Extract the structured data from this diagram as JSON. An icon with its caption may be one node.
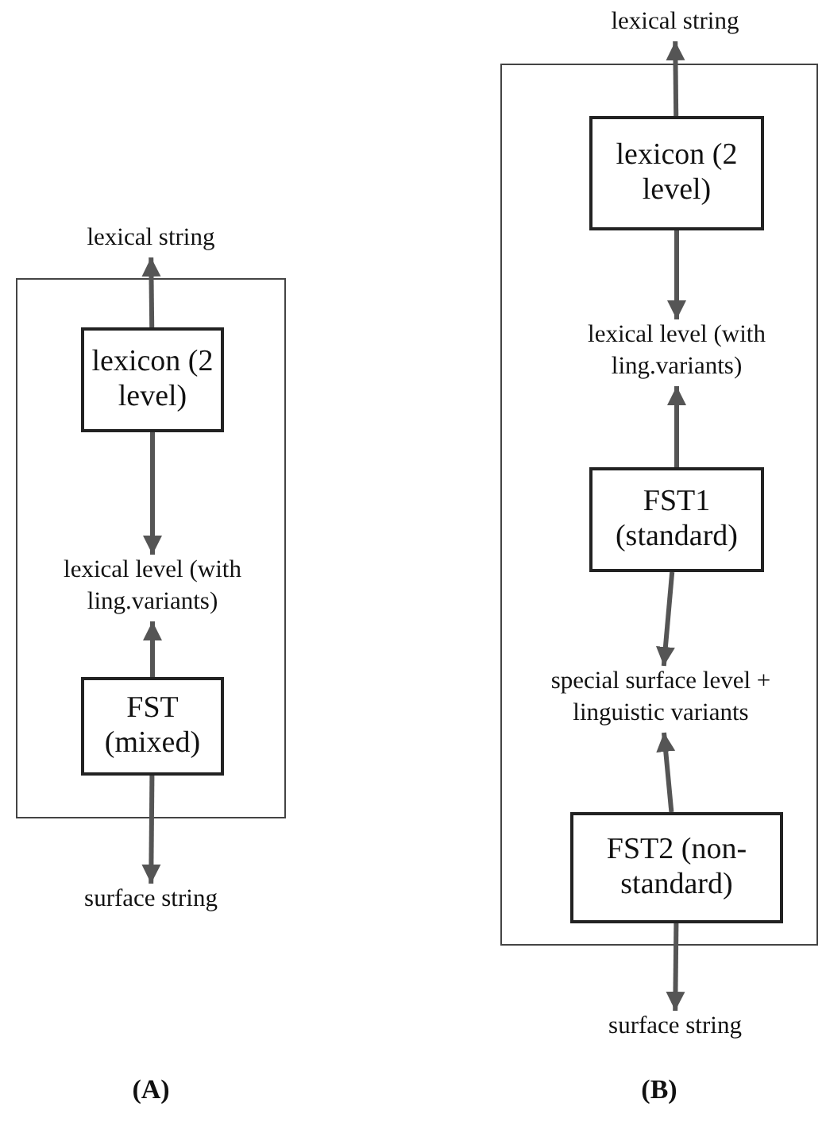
{
  "diagram": {
    "nodes": [
      {
        "text": [],
        "shape": "box"
      },
      {
        "text": [
          "lexical string"
        ]
      },
      {
        "text": [
          "lexicon (2 level)"
        ],
        "in": 0
      },
      {
        "text": [
          "lexical level (with ling.variants)"
        ],
        "in": 0
      },
      {
        "text": [
          "FST (mixed)"
        ],
        "in": 0
      },
      {
        "text": [
          "surface string"
        ]
      },
      {
        "text": [],
        "shape": "box"
      },
      {
        "text": [
          "lexical string"
        ]
      },
      {
        "text": [
          "lexicon (2 level)"
        ],
        "in": 6
      },
      {
        "text": [
          "lexical level (with ling.variants)"
        ],
        "in": 6
      },
      {
        "text": [
          "FST1 (standard)"
        ],
        "in": 6
      },
      {
        "text": [
          "special surface level + linguistic variants"
        ],
        "in": 6
      },
      {
        "text": [
          "FST2 (non-standard)"
        ],
        "in": 6
      },
      {
        "text": [
          "surface string"
        ]
      }
    ],
    "edges": [
      {
        "from": 2,
        "to": 1,
        "arrow": "to"
      },
      {
        "from": 2,
        "to": 3,
        "arrow": "to"
      },
      {
        "from": 4,
        "to": 3,
        "arrow": "to"
      },
      {
        "from": 4,
        "to": 5,
        "arrow": "to"
      },
      {
        "from": 8,
        "to": 7,
        "arrow": "to"
      },
      {
        "from": 8,
        "to": 9,
        "arrow": "to"
      },
      {
        "from": 10,
        "to": 9,
        "arrow": "to"
      },
      {
        "from": 10,
        "to": 11,
        "arrow": "to"
      },
      {
        "from": 12,
        "to": 11,
        "arrow": "to"
      },
      {
        "from": 12,
        "to": 13,
        "arrow": "to"
      }
    ],
    "labels": [
      "(A)",
      "(B)"
    ]
  }
}
